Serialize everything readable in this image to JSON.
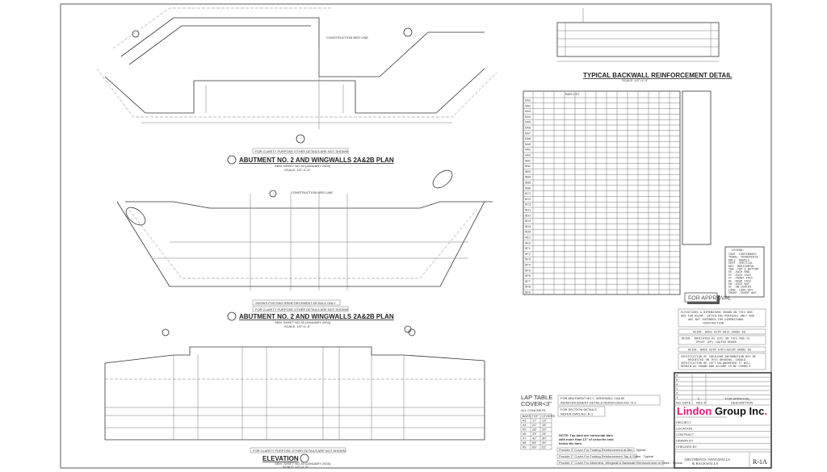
{
  "plan1": {
    "title": "ABUTMENT NO. 2 AND WINGWALLS 2A&2B PLAN",
    "subtitle": "SEM. SHEET NO.30 (JANUARY 2004)",
    "scale": "SCALE: 1/2\"=1'-0\"",
    "note": "FOR CLARITY PURPOSE OTHER DETAILS ARE NOT SHOWN",
    "callout": "CONSTRUCTION BRG LINE"
  },
  "plan2": {
    "title": "ABUTMENT NO. 2 AND WINGWALLS 2A&2B PLAN",
    "subtitle": "SEM. SHEET NO.30 (JANUARY 2004)",
    "scale": "SCALE: 1/2\"=1'-0\"",
    "note": "FOR CLARITY PURPOSE OTHER DETAILS ARE NOT SHOWN",
    "note2": "SHOWS FOOTING REINFORCEMENT DETAILS ONLY",
    "callout": "CONSTRUCTION BRG LINE"
  },
  "elevation": {
    "title": "ELEVATION",
    "subtitle": "SEM. SHEET NO.30 (JANUARY 2004)",
    "scale": "SCALE: 1/2\"=1'-0\"",
    "note": "FOR CLARITY PURPOSE OTHER DETAILS ARE NOT SHOWN"
  },
  "backwall": {
    "title": "TYPICAL BACKWALL REINFORCEMENT DETAIL",
    "scale": "SCALE: 1/2\"=1'-0\""
  },
  "lap_table": {
    "title": "LAP TABLE",
    "cover": "COVER<3\"",
    "sub": "ALL CONCRETE",
    "headers": [
      "BARS",
      "TOP",
      "OTHERS"
    ],
    "rows": [
      [
        "#3",
        "17\"",
        "13\""
      ],
      [
        "#4",
        "22\"",
        "18\""
      ],
      [
        "#5",
        "28\"",
        "20\""
      ],
      [
        "#6",
        "33\"",
        "24\""
      ],
      [
        "#7",
        "42\"",
        "30\""
      ],
      [
        "#8",
        "55\"",
        "39\""
      ],
      [
        "#9",
        "69\"",
        "51\""
      ]
    ]
  },
  "notes": {
    "ref1_a": "FOR ABUTMENT NO.1, WINGWALL 1A&1B",
    "ref1_b": "REINFORCEMENT DETAILS REFER DWG.NO. R-1",
    "ref2_a": "FOR SECTION DETAILS",
    "ref2_b": "REFER DWG.NO. R-1",
    "top_bars_a": "NOTE: Top bars are horizontal bars",
    "top_bars_b": "with more than 12\" of concrete cast",
    "top_bars_c": "below the bars.",
    "cover1": "Provide 3\" Cover For Footing Reinforcement at Btm - Typical",
    "cover2": "Provide 2\" Cover For Footing Reinforcement Top & Sides - Typical",
    "cover3": "Provide 2\" Cover For Abutment, Wingwall & Backwall Reinforcement at Sides - Typical"
  },
  "legend": {
    "title": "LEGEND:",
    "items": [
      "CONT -CONTINUOUS",
      "TRANS -TRANSVERSE",
      "DWLS -DOWELS",
      "VERT -VERTICAL",
      "HRZ -HORIZONTAL",
      "T&B -TOP & BOTTOM",
      "EE -EACH END",
      "EF -EACH FACE",
      "FF -FRONT FACE",
      "RF -REAR FACE",
      "EW -EACH WAY",
      "OC -ON CENTER",
      "LONG -LONG WAY",
      "SHORT -SHORT WAY"
    ]
  },
  "stamp": "FOR APPROVAL",
  "general_notes": {
    "n1": [
      "ELEVATIONS & DIMENSIONS SHOWN ON THIS DWG",
      "ARE FOR REINF. DETAILING PURPOSES ONLY AND",
      "ARE NOT INTENDED FOR DIMENSIONAL",
      "CONSTRUCTION"
    ],
    "n2": "REINF. BARS ASTM A615 GRADE 60",
    "n3": [
      "REINF. INDICATED AS (EP) ON THIS DWG IS",
      "EPOXY (EP) COATED REBAR"
    ],
    "n4": "REINF. BARS ASTM A767/A615M GRADE 60",
    "n5": [
      "VERIFICATION OF SHEILDAM INFORMATION MAY BE",
      "REQUESTED ON THIS DRAWING. SHOULD",
      "VERIFICATION BE LEFT UN-ANSWERED IT WILL",
      "REMAIN AS SHOWN AND ASSUME TO BE CORRECT"
    ]
  },
  "title_block": {
    "rev_rows": [
      "6",
      "5",
      "4",
      "3",
      "2",
      "1"
    ],
    "rev1_no": "0",
    "rev1_desc": "FOR APPROVAL",
    "rev_headers": [
      "NO",
      "DATE",
      "REV #",
      "DESCRIPTION"
    ],
    "company": "Lindon Group Inc",
    "company_dot": ".",
    "fields": [
      "PROJECT",
      "LOCATION",
      "CONTRACT",
      "DRAWN BY",
      "CHECKED BY"
    ],
    "drawing_title_1": "ABUTMENTS, WINGWALLS",
    "drawing_title_2": "& BACKWALLS",
    "drawing_no": "R-1A",
    "colors": {
      "magenta": "#e8157e",
      "black": "#111111"
    }
  },
  "bar_schedule": {
    "header": "BAR LIST",
    "marks": [
      "5A1",
      "5A2",
      "5A3",
      "5A4",
      "5A5",
      "5A6",
      "5A7",
      "5A8",
      "5A9",
      "4A1",
      "4A2",
      "5B1",
      "5B2",
      "5B3",
      "5B4",
      "5B5",
      "5B6",
      "6C1",
      "6C2",
      "6C3",
      "5D1",
      "5D2",
      "5D3",
      "5D4",
      "5D5",
      "4E1",
      "4E2",
      "5F1",
      "5F2",
      "5F3",
      "5F4",
      "5F5",
      "5F6",
      "5F7",
      "5F8",
      "5F9"
    ]
  }
}
